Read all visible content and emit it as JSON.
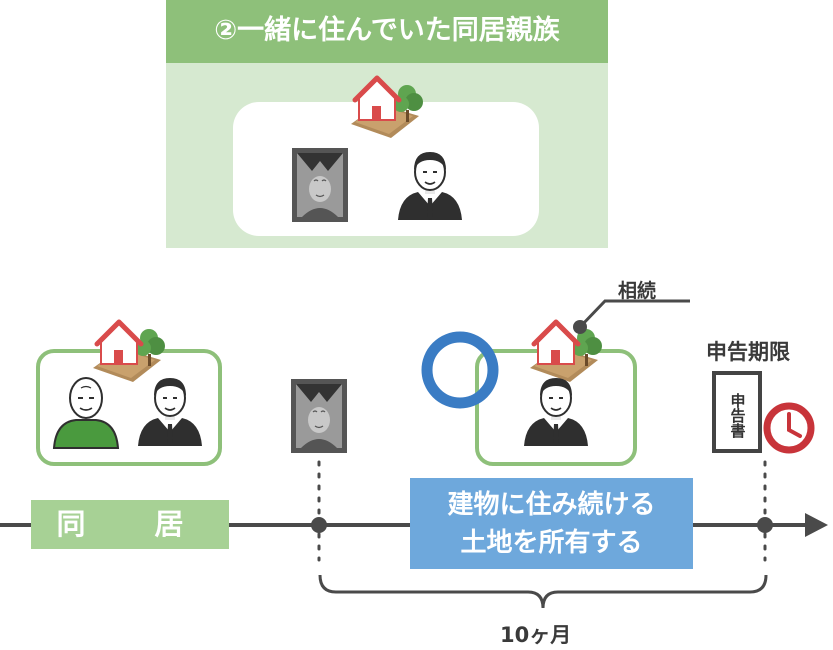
{
  "top_panel": {
    "title": "②一緒に住んでいた同居親族"
  },
  "timeline": {
    "cohabitation_label": "同　居",
    "condition_lines": [
      "建物に住み続ける",
      "土地を所有する"
    ],
    "inheritance_label": "相続",
    "deadline_label": "申告期限",
    "document_label": "申告書",
    "period_label": "10ヶ月"
  },
  "colors": {
    "green_dark": "#8ec07a",
    "green_light": "#d6e9d0",
    "green_label": "#a7d195",
    "blue": "#6ea8dc",
    "ring_blue": "#3a7cc4",
    "clock_red": "#c8343a",
    "roof_red": "#d94b4b",
    "line_dark": "#4a4a4a"
  },
  "icons": [
    "house-icon",
    "deceased-portrait-icon",
    "businessman-icon",
    "elderly-man-icon",
    "circle-mark-icon",
    "document-icon",
    "clock-icon",
    "timeline-arrow-icon"
  ]
}
